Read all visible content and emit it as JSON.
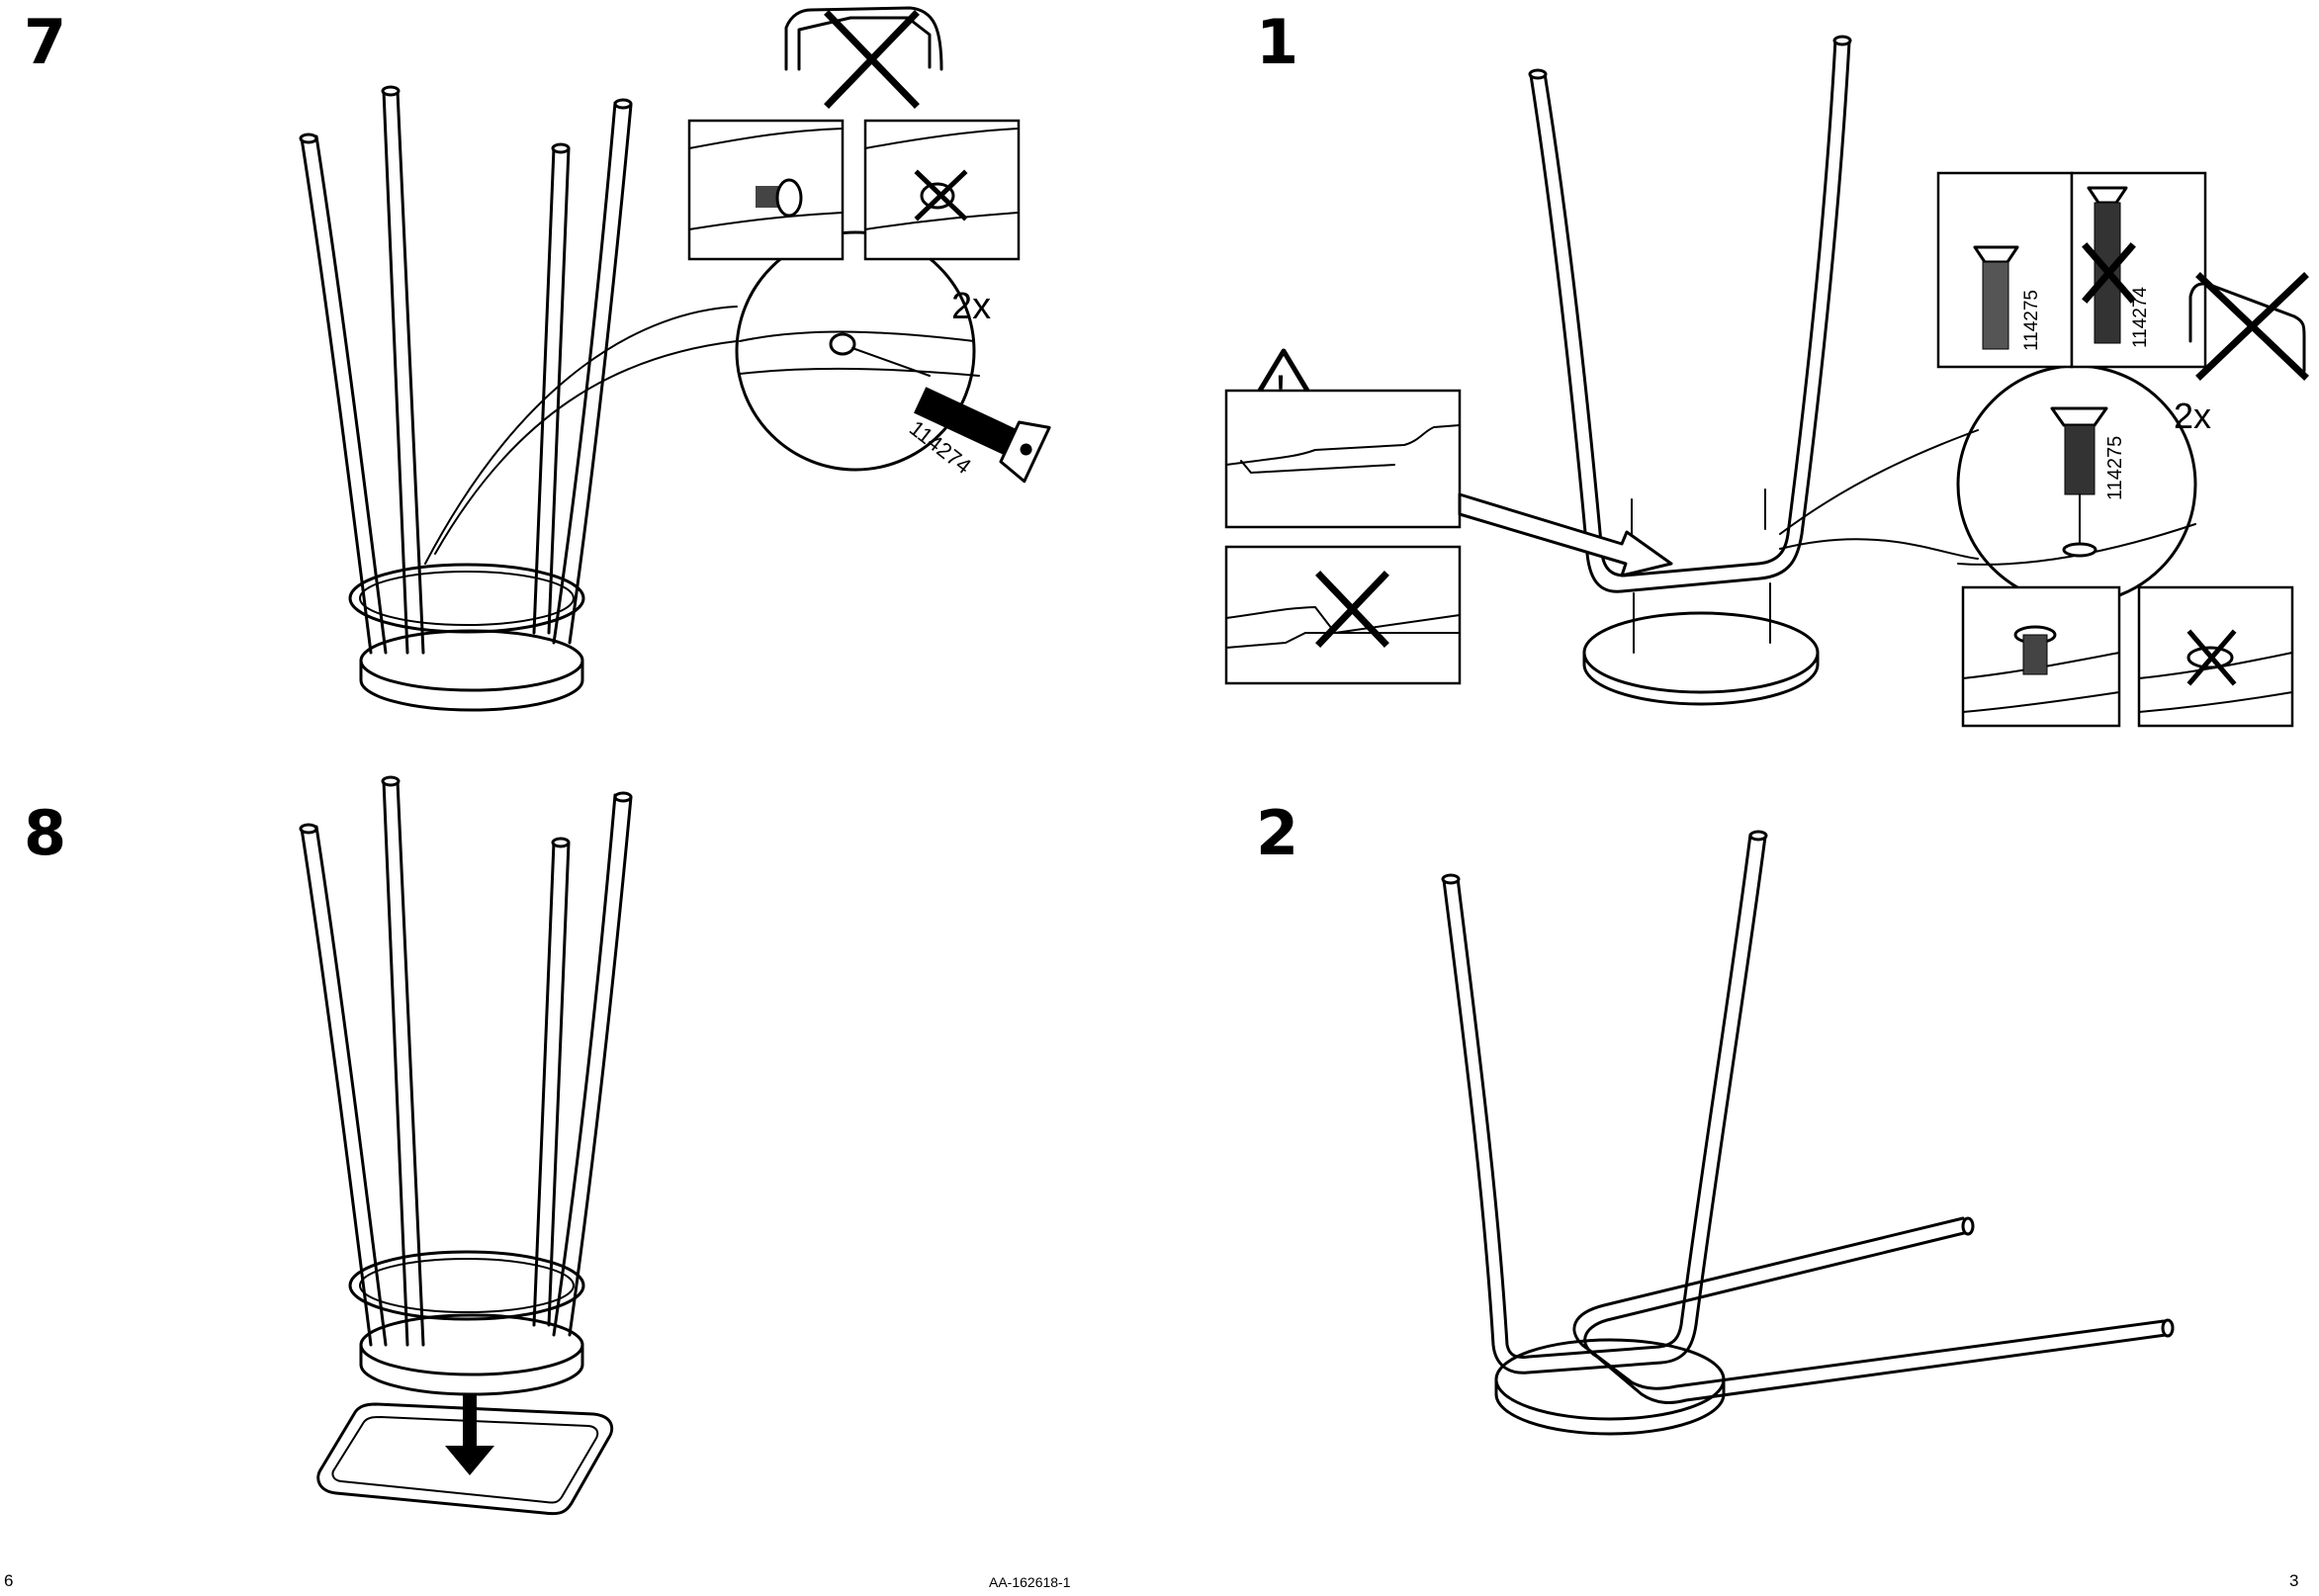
{
  "steps": {
    "s7": "7",
    "s8": "8",
    "s1": "1",
    "s2": "2"
  },
  "callouts": {
    "qty_step7": "2x",
    "qty_step1": "2x",
    "part_114274_step7": "114274",
    "part_114275_label": "114275",
    "part_114274_label": "114274",
    "part_114275_detail": "114275",
    "warning_mark": "!"
  },
  "footer": {
    "page_left": "6",
    "doc_code": "AA-162618-1",
    "page_right": "3"
  }
}
